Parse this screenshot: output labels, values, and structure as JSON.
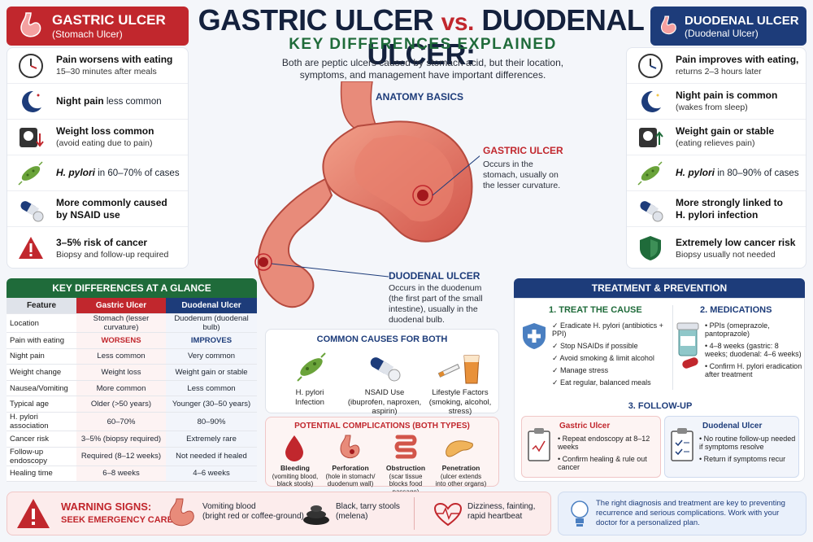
{
  "header": {
    "title_a": "GASTRIC ULCER",
    "title_vs": "vs.",
    "title_b": "DUODENAL ULCER:",
    "subtitle": "KEY DIFFERENCES EXPLAINED",
    "intro": "Both are peptic ulcers caused by stomach acid, but their location, symptoms, and management have important differences."
  },
  "gastric": {
    "title": "GASTRIC ULCER",
    "subtitle": "(Stomach Ulcer)",
    "items": [
      {
        "bold": "Pain worsens with eating",
        "rest": "",
        "small": "15–30 minutes after meals",
        "icon": "clock-icon"
      },
      {
        "bold": "Night pain",
        "rest": " less common",
        "small": "",
        "icon": "moon-icon"
      },
      {
        "bold": "Weight loss common",
        "rest": "",
        "small": "(avoid eating due to pain)",
        "icon": "scale-down-icon"
      },
      {
        "bold": "H. pylori",
        "rest": " in 60–70% of cases",
        "small": "",
        "icon": "bacteria-icon"
      },
      {
        "bold": "More commonly caused by NSAID use",
        "rest": "",
        "small": "",
        "icon": "pill-icon"
      },
      {
        "bold": "3–5% risk of cancer",
        "rest": "",
        "small": "Biopsy and follow-up required",
        "icon": "warning-icon"
      }
    ]
  },
  "duodenal": {
    "title": "DUODENAL ULCER",
    "subtitle": "(Duodenal Ulcer)",
    "items": [
      {
        "bold": "Pain improves with eating,",
        "rest": "",
        "small": "returns 2–3 hours later",
        "icon": "clock-icon"
      },
      {
        "bold": "Night pain is common",
        "rest": "",
        "small": "(wakes from sleep)",
        "icon": "moon-icon"
      },
      {
        "bold": "Weight gain or stable",
        "rest": "",
        "small": "(eating relieves pain)",
        "icon": "scale-up-icon"
      },
      {
        "bold": "H. pylori",
        "rest": " in 80–90% of cases",
        "small": "",
        "icon": "bacteria-icon"
      },
      {
        "bold": "More strongly linked to H. pylori infection",
        "rest": "",
        "small": "",
        "icon": "pill-icon"
      },
      {
        "bold": "Extremely low cancer risk",
        "rest": "",
        "small": "Biopsy usually not needed",
        "icon": "shield-icon"
      }
    ]
  },
  "table": {
    "title": "KEY DIFFERENCES AT A GLANCE",
    "headers": [
      "Feature",
      "Gastric Ulcer",
      "Duodenal Ulcer"
    ],
    "rows": [
      [
        "Location",
        "Stomach (lesser curvature)",
        "Duodenum (duodenal bulb)"
      ],
      [
        "Pain with eating",
        "WORSENS",
        "IMPROVES"
      ],
      [
        "Night pain",
        "Less common",
        "Very common"
      ],
      [
        "Weight change",
        "Weight loss",
        "Weight gain or stable"
      ],
      [
        "Nausea/Vomiting",
        "More common",
        "Less common"
      ],
      [
        "Typical age",
        "Older (>50 years)",
        "Younger (30–50 years)"
      ],
      [
        "H. pylori association",
        "60–70%",
        "80–90%"
      ],
      [
        "Cancer risk",
        "3–5% (biopsy required)",
        "Extremely rare"
      ],
      [
        "Follow-up endoscopy",
        "Required (8–12 weeks)",
        "Not needed if healed"
      ],
      [
        "Healing time",
        "6–8 weeks",
        "4–6 weeks"
      ]
    ]
  },
  "anatomy": {
    "title": "ANATOMY BASICS",
    "gastric_label": "GASTRIC ULCER",
    "gastric_text": "Occurs in the stomach, usually on the lesser curvature.",
    "duodenal_label": "DUODENAL ULCER",
    "duodenal_text": "Occurs in the duodenum (the first part of the small intestine), usually in the duodenal bulb."
  },
  "causes": {
    "title": "COMMON CAUSES FOR BOTH",
    "items": [
      {
        "label": "H. pylori",
        "sub": "Infection"
      },
      {
        "label": "NSAID Use",
        "sub": "(ibuprofen, naproxen, aspirin)"
      },
      {
        "label": "Lifestyle Factors",
        "sub": "(smoking, alcohol, stress)"
      }
    ]
  },
  "complications": {
    "title": "POTENTIAL COMPLICATIONS (BOTH TYPES)",
    "items": [
      {
        "label": "Bleeding",
        "sub": "(vomiting blood, black stools)"
      },
      {
        "label": "Perforation",
        "sub": "(hole in stomach/ duodenum wall)"
      },
      {
        "label": "Obstruction",
        "sub": "(scar tissue blocks food passage)"
      },
      {
        "label": "Penetration",
        "sub": "(ulcer extends into other organs)"
      }
    ]
  },
  "treatment": {
    "title": "TREATMENT & PREVENTION",
    "cause_title": "1. TREAT THE CAUSE",
    "cause_items": [
      "Eradicate H. pylori (antibiotics + PPI)",
      "Stop NSAIDs if possible",
      "Avoid smoking & limit alcohol",
      "Manage stress",
      "Eat regular, balanced meals"
    ],
    "med_title": "2. MEDICATIONS",
    "med_items": [
      "PPIs (omeprazole, pantoprazole)",
      "4–8 weeks (gastric: 8 weeks; duodenal: 4–6 weeks)",
      "Confirm H. pylori eradication after treatment"
    ],
    "follow_title": "3. FOLLOW-UP",
    "follow_g_title": "Gastric Ulcer",
    "follow_g_items": [
      "Repeat endoscopy at 8–12 weeks",
      "Confirm healing & rule out cancer"
    ],
    "follow_d_title": "Duodenal Ulcer",
    "follow_d_items": [
      "No routine follow-up needed if symptoms resolve",
      "Return if symptoms recur"
    ]
  },
  "warning": {
    "title1": "WARNING SIGNS:",
    "title2": "SEEK EMERGENCY CARE",
    "items": [
      {
        "label": "Vomiting blood",
        "sub": "(bright red or coffee-ground)"
      },
      {
        "label": "Black, tarry stools",
        "sub": "(melena)"
      },
      {
        "label": "Dizziness, fainting,",
        "sub": "rapid heartbeat"
      }
    ]
  },
  "info": {
    "text": "The right diagnosis and treatment are key to preventing recurrence and serious complications. Work with your doctor for a personalized plan."
  },
  "colors": {
    "gastric": "#c1272d",
    "duodenal": "#1d3c7a",
    "green": "#1f6b3a"
  }
}
